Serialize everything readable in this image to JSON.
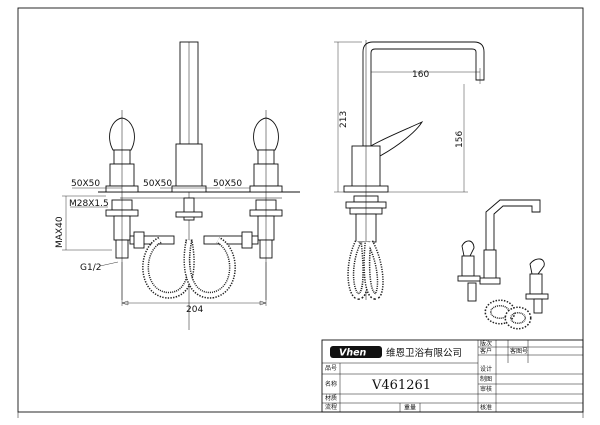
{
  "front_view": {
    "spacing_left": "50X50",
    "spacing_center": "50X50",
    "spacing_right": "50X50",
    "thread": "M28X1.5",
    "max_height": "MAX40",
    "inlet": "G1/2",
    "width": "204"
  },
  "side_view": {
    "reach": "160",
    "total_height": "213",
    "spout_height": "156"
  },
  "title_block": {
    "logo": "Vhen",
    "company": "维恩卫浴有限公司",
    "model": "V461261",
    "labels": {
      "version": "版次",
      "customer": "客户",
      "design": "设计",
      "drawing": "制图",
      "review": "审核",
      "approve": "核准",
      "part_no": "品号",
      "name": "名称",
      "material": "材质",
      "weight": "重量",
      "process": "流程",
      "customer_no": "客图号"
    }
  }
}
